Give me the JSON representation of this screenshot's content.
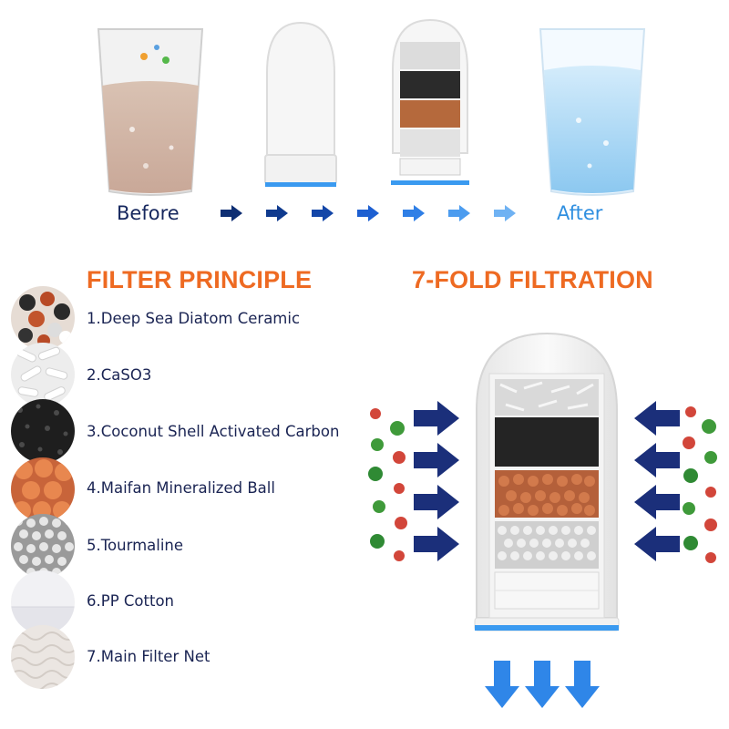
{
  "top": {
    "before_label": "Before",
    "after_label": "After",
    "arrow_colors": [
      "#0e2e73",
      "#0f3a8e",
      "#1346a8",
      "#1d5fd1",
      "#2f7fe6",
      "#4c9cef",
      "#6fb2f3"
    ]
  },
  "principle": {
    "heading": "FILTER PRINCIPLE",
    "items": [
      {
        "label": "1.Deep Sea Diatom Ceramic",
        "icon": "diatom-ceramic-swatch"
      },
      {
        "label": "2.CaSO3",
        "icon": "caso3-swatch"
      },
      {
        "label": "3.Coconut Shell Activated Carbon",
        "icon": "activated-carbon-swatch"
      },
      {
        "label": "4.Maifan Mineralized Ball",
        "icon": "maifan-ball-swatch"
      },
      {
        "label": "5.Tourmaline",
        "icon": "tourmaline-swatch"
      },
      {
        "label": "6.PP Cotton",
        "icon": "pp-cotton-swatch"
      },
      {
        "label": "7.Main Filter Net",
        "icon": "filter-net-swatch"
      }
    ]
  },
  "filtration": {
    "heading": "7-FOLD FILTRATION"
  },
  "colors": {
    "accent_orange": "#ee6a22",
    "navy": "#16275e",
    "arrow_navy": "#1b2f7a",
    "flow_blue": "#2f86e8"
  }
}
